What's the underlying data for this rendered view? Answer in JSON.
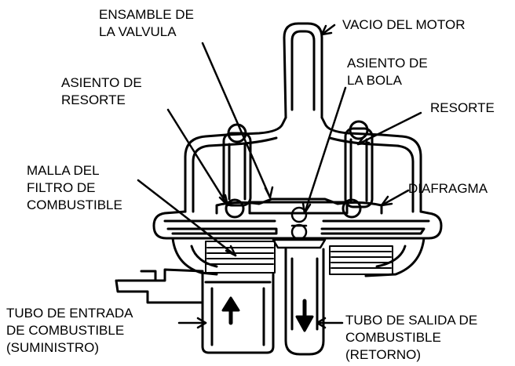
{
  "labels": {
    "ensamble_valvula": [
      "ENSAMBLE DE",
      "LA VALVULA"
    ],
    "vacio_motor": [
      "VACIO DEL MOTOR"
    ],
    "asiento_bola": [
      "ASIENTO DE",
      "LA BOLA"
    ],
    "asiento_resorte": [
      "ASIENTO DE",
      "RESORTE"
    ],
    "resorte": [
      "RESORTE"
    ],
    "malla_filtro": [
      "MALLA DEL",
      "FILTRO DE",
      "COMBUSTIBLE"
    ],
    "diafragma": [
      "DIAFRAGMA"
    ],
    "tubo_entrada": [
      "TUBO DE ENTRADA",
      "DE COMBUSTIBLE",
      "(SUMINISTRO)"
    ],
    "tubo_salida": [
      "TUBO DE SALIDA DE",
      "COMBUSTIBLE",
      "(RETORNO)"
    ]
  },
  "colors": {
    "line": "#000000",
    "background": "#ffffff"
  }
}
